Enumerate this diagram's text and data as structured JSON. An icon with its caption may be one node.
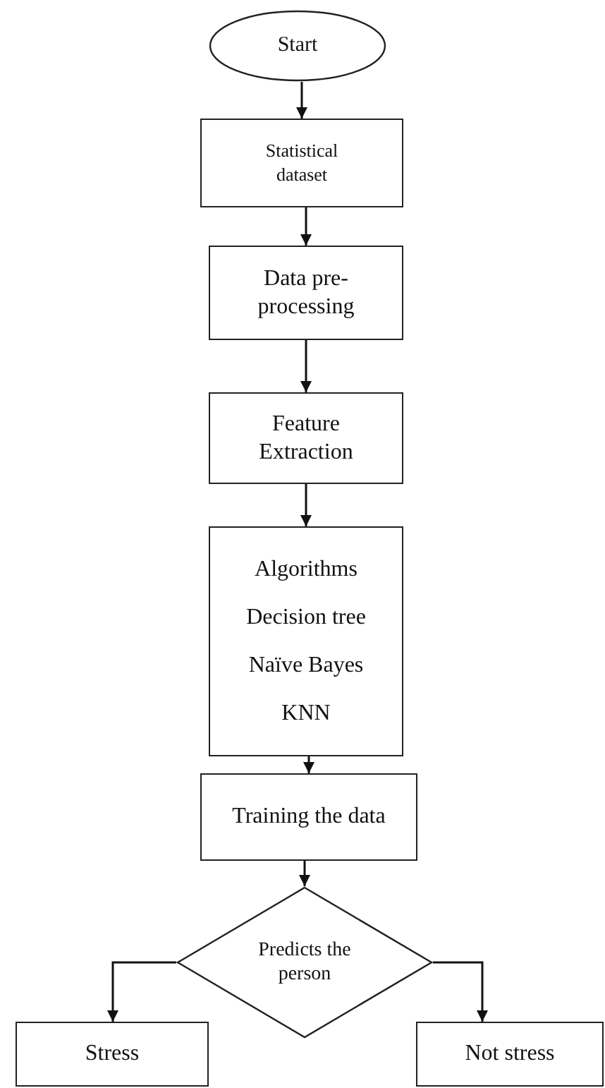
{
  "diagram": {
    "nodes": [
      {
        "text": [
          "Start"
        ]
      },
      {
        "text": [
          "Statistical dataset"
        ]
      },
      {
        "text": [
          "Data pre-processing"
        ]
      },
      {
        "text": [
          "Feature Extraction"
        ]
      },
      {
        "text": [
          "Algorithms",
          "Decision tree",
          "Naïve Bayes",
          "KNN"
        ]
      },
      {
        "text": [
          "Training the data"
        ]
      },
      {
        "text": [
          "Predicts the person"
        ]
      },
      {
        "text": [
          "Stress"
        ]
      },
      {
        "text": [
          "Not stress"
        ]
      }
    ],
    "edges": [
      {
        "from": 0,
        "to": 1,
        "arrow": "to"
      },
      {
        "from": 1,
        "to": 2,
        "arrow": "to"
      },
      {
        "from": 2,
        "to": 3,
        "arrow": "to"
      },
      {
        "from": 3,
        "to": 4,
        "arrow": "to"
      },
      {
        "from": 4,
        "to": 5,
        "arrow": "to"
      },
      {
        "from": 5,
        "to": 6,
        "arrow": "to"
      },
      {
        "from": 6,
        "to": 7,
        "arrow": "to"
      },
      {
        "from": 6,
        "to": 8,
        "arrow": "to"
      }
    ]
  }
}
